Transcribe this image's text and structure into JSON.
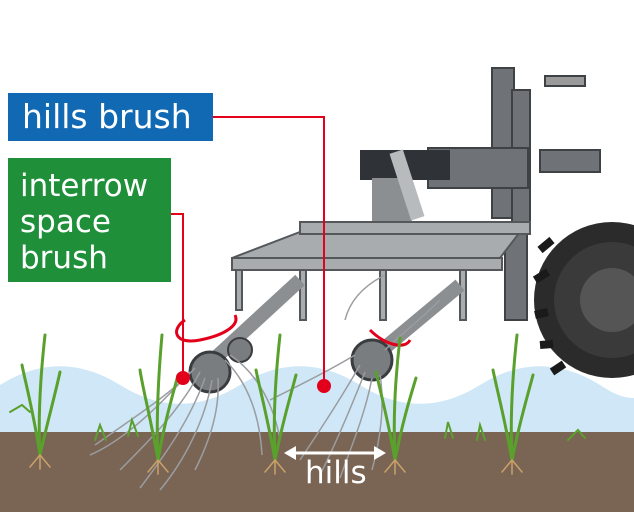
{
  "labels": {
    "hills_brush": "hills brush",
    "interrow_line1": "interrow",
    "interrow_line2": "space",
    "interrow_line3": "brush",
    "hills": "hills"
  },
  "colors": {
    "hills_brush_box": "#1169b4",
    "interrow_box": "#1f8f3a",
    "leader_line": "#e3001b",
    "soil": "#7a6453",
    "water": "#cfe7f6",
    "machine": "#8a8d90"
  }
}
